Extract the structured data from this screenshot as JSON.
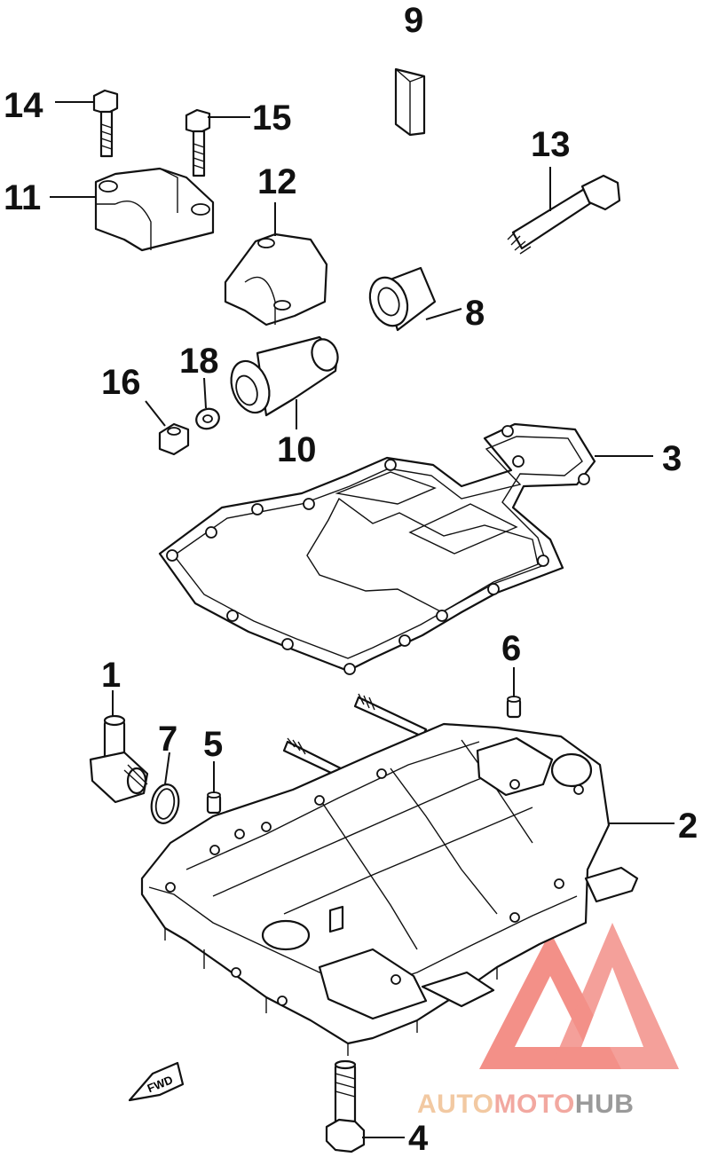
{
  "callouts": {
    "p1": "1",
    "p2": "2",
    "p3": "3",
    "p4": "4",
    "p5": "5",
    "p6": "6",
    "p7": "7",
    "p8": "8",
    "p9": "9",
    "p10": "10",
    "p11": "11",
    "p12": "12",
    "p13": "13",
    "p14": "14",
    "p15": "15",
    "p16": "16",
    "p18": "18"
  },
  "fwd_label": "FWD",
  "watermark": {
    "auto": "AUTO",
    "moto": "MOTO",
    "hub": "HUB",
    "colors": {
      "auto": "#f2c9a2",
      "moto": "#f2a8a0",
      "hub": "#9a9a9a",
      "logo": "#ef6b61"
    }
  }
}
